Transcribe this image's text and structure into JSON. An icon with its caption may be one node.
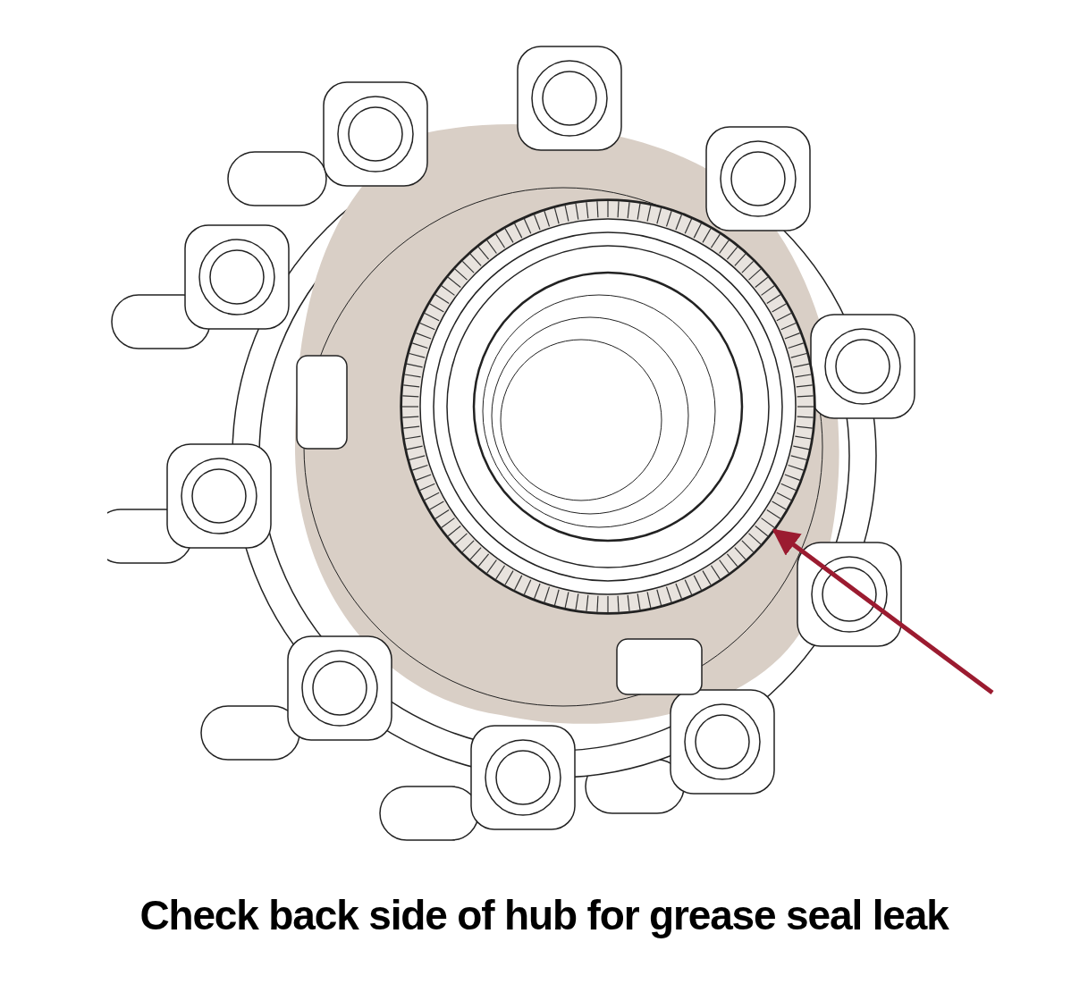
{
  "diagram": {
    "caption": "Check back side of hub for grease seal leak",
    "nodes": [
      {
        "text": [],
        "shape": "picture"
      },
      {
        "text": [],
        "shape": "circle",
        "in": 0
      }
    ],
    "edges": [
      {
        "from": null,
        "to": 1,
        "arrow": "to",
        "color": "#9b1b30"
      }
    ]
  }
}
